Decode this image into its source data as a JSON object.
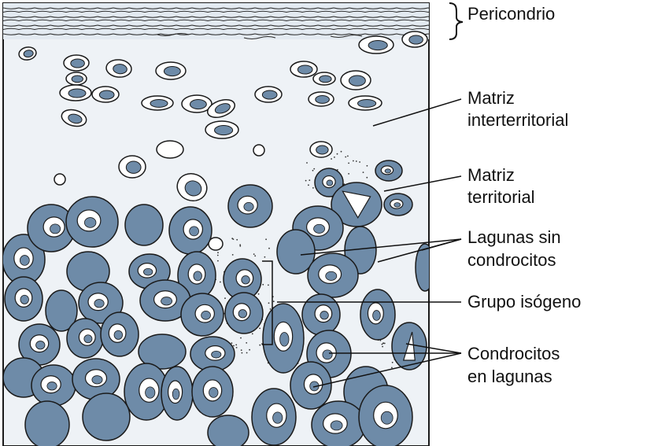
{
  "labels": {
    "perichondrium": "Pericondrio",
    "interterritorial_line1": "Matriz",
    "interterritorial_line2": "interterritorial",
    "territorial_line1": "Matriz",
    "territorial_line2": "territorial",
    "empty_lacunae_line1": "Lagunas sin",
    "empty_lacunae_line2": "condrocitos",
    "isogenous_group": "Grupo isógeno",
    "chondrocytes_line1": "Condrocitos",
    "chondrocytes_line2": "en lagunas"
  },
  "colors": {
    "cell_fill": "#6e8ba8",
    "matrix_fill": "#eef2f6",
    "perichondrium_fill": "#e8eef4",
    "outline": "#1a1a1a",
    "lacuna": "#ffffff"
  }
}
